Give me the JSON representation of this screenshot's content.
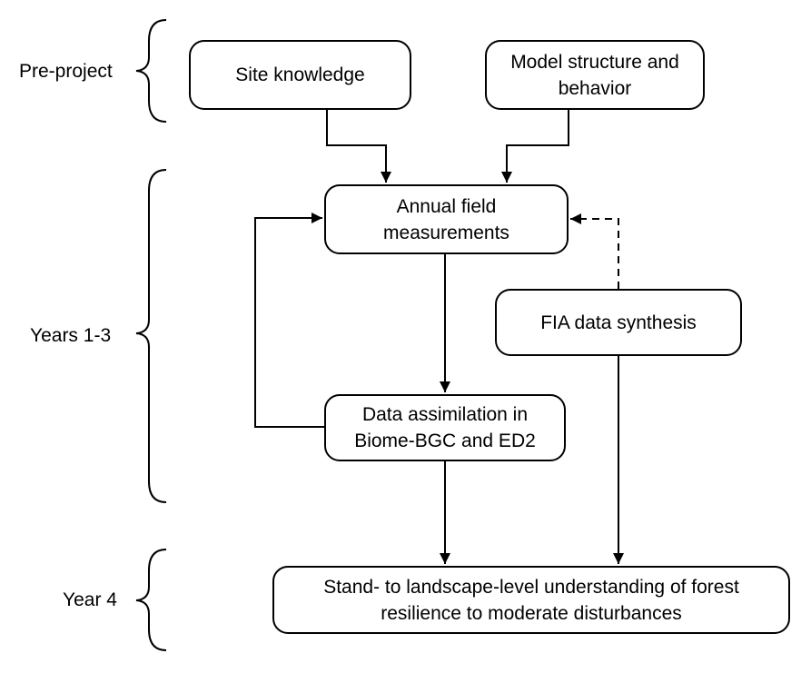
{
  "phases": {
    "pre_project": "Pre-project",
    "years_1_3": "Years 1-3",
    "year_4": "Year 4"
  },
  "nodes": {
    "site_knowledge": "Site knowledge",
    "model_structure_line1": "Model structure and",
    "model_structure_line2": "behavior",
    "annual_field_line1": "Annual field",
    "annual_field_line2": "measurements",
    "fia": "FIA data synthesis",
    "data_assim_line1": "Data assimilation in",
    "data_assim_line2": "Biome-BGC and ED2",
    "outcome_line1": "Stand- to landscape-level understanding of forest",
    "outcome_line2": "resilience to moderate disturbances"
  }
}
